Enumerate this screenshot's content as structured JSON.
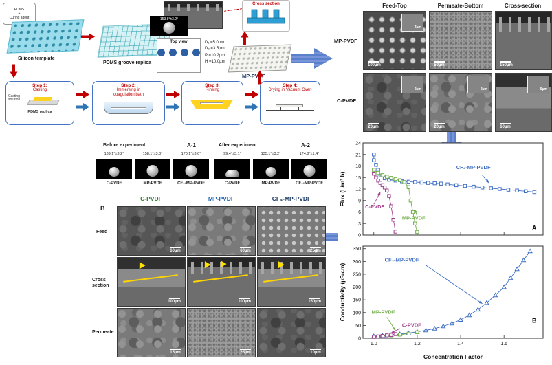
{
  "fabrication": {
    "pdms_box": "PDMS\n+\nCuring agent",
    "silicon_template": "Silicon template",
    "groove_replica": "PDMS groove replica",
    "contact_angle_value": "153.8°±3.2°",
    "top_view_label": "Top view",
    "dim_d1": "D₁ =5.0µm",
    "dim_d2": "D₂ =3.5µm",
    "dim_p": "P =10.2µm",
    "dim_h": "H =10.0µm",
    "membrane_label": "MP-PVDF",
    "cross_section_label": "Cross section",
    "casting_solution": "Casting solution",
    "pdms_replica": "PDMS replica",
    "steps": [
      {
        "title": "Step 1:",
        "body": "Casting"
      },
      {
        "title": "Step 2:",
        "body": "Immersing in\ncoagulation bath"
      },
      {
        "title": "Step 3:",
        "body": "Rinsing"
      },
      {
        "title": "Step 4:",
        "body": "Drying in Vacuum Oven"
      }
    ]
  },
  "sem_top": {
    "col_headers": [
      "Feed-Top",
      "Permeate-Bottom",
      "Cross-section"
    ],
    "rows": [
      {
        "label": "MP-PVDF",
        "cells": [
          {
            "scale": "100µm",
            "inset": "4µm"
          },
          {
            "scale": "50µm",
            "inset": ""
          },
          {
            "scale": "150µm",
            "inset": ""
          }
        ]
      },
      {
        "label": "C-PVDF",
        "cells": [
          {
            "scale": "20µm",
            "inset": "2µm"
          },
          {
            "scale": "20µm",
            "inset": "2µm"
          },
          {
            "scale": "60µm",
            "inset": "5µm"
          }
        ]
      }
    ]
  },
  "contact_panel": {
    "before_header": "Before experiment",
    "after_header": "After experiment",
    "label_a1": "A-1",
    "label_a2": "A-2",
    "before": [
      {
        "value": "139.1°±3.2°",
        "label": "C-PVDF"
      },
      {
        "value": "158.1°±3.0°",
        "label": "MP-PVDF"
      },
      {
        "value": "170.1°±3.0°",
        "label": "CF₄-MP-PVDF"
      }
    ],
    "after": [
      {
        "value": "99.4°±3.1°",
        "label": "C-PVDF"
      },
      {
        "value": "135.1°±3.2°",
        "label": "MP-PVDF"
      },
      {
        "value": "174.8°±1.4°",
        "label": "CF₄-MP-PVDF"
      }
    ]
  },
  "panel_b": {
    "label": "B",
    "col_headers": [
      {
        "text": "C-PVDF",
        "color": "#2e7d32"
      },
      {
        "text": "MP-PVDF",
        "color": "#1e63b0"
      },
      {
        "text": "CF₄-MP-PVDF",
        "color": "#16355f"
      }
    ],
    "rows": [
      {
        "label": "Feed",
        "scales": [
          "60µm",
          "60µm",
          "25µm"
        ]
      },
      {
        "label": "Cross section",
        "scales": [
          "100µm",
          "100µm",
          "150µm"
        ]
      },
      {
        "label": "Permeate",
        "scales": [
          "15µm",
          "25µm",
          "10µm"
        ]
      }
    ]
  },
  "chart_data": [
    {
      "id": "flux",
      "type": "line",
      "title": "",
      "ylabel": "Flux (L/m² h)",
      "xlabel": "",
      "xlim": [
        0.95,
        1.78
      ],
      "ylim": [
        0,
        24
      ],
      "yticks": [
        0,
        3,
        6,
        9,
        12,
        15,
        18,
        21,
        24
      ],
      "xticks": [
        1.0,
        1.2,
        1.4,
        1.6
      ],
      "show_xtick_labels": false,
      "grid": false,
      "legend_position": "annotations",
      "panel": {
        "text": "A",
        "x": 1.75,
        "y": 1.3
      },
      "series": [
        {
          "name": "CF₄-MP-PVDF",
          "color": "#3f6fc4",
          "marker": "square",
          "x": [
            1.0,
            1.0,
            1.01,
            1.02,
            1.03,
            1.05,
            1.07,
            1.1,
            1.13,
            1.16,
            1.19,
            1.22,
            1.25,
            1.28,
            1.31,
            1.34,
            1.38,
            1.42,
            1.46,
            1.5,
            1.54,
            1.58,
            1.62,
            1.66,
            1.7,
            1.74
          ],
          "y": [
            21,
            19.5,
            18.3,
            17,
            15.8,
            14.8,
            14.4,
            14.2,
            14,
            13.9,
            13.8,
            13.7,
            13.6,
            13.5,
            13.4,
            13.2,
            13,
            12.8,
            12.6,
            12.4,
            12.2,
            12,
            11.8,
            11.6,
            11.4,
            11.2
          ]
        },
        {
          "name": "MP-PVDF",
          "color": "#6fae45",
          "marker": "square",
          "x": [
            1.0,
            1.02,
            1.04,
            1.06,
            1.08,
            1.1,
            1.12,
            1.14,
            1.16,
            1.17,
            1.18,
            1.19,
            1.2
          ],
          "y": [
            17,
            16.2,
            15.6,
            15.2,
            14.9,
            14.6,
            14.3,
            13.8,
            12.5,
            9,
            6,
            3,
            0.8
          ]
        },
        {
          "name": "C-PVDF",
          "color": "#a0408e",
          "marker": "square",
          "x": [
            1.0,
            1.01,
            1.02,
            1.03,
            1.04,
            1.05,
            1.06,
            1.07,
            1.08,
            1.09,
            1.1
          ],
          "y": [
            16,
            15,
            14.2,
            13.6,
            13,
            12.4,
            11.6,
            10.2,
            7.5,
            4,
            0.9
          ]
        }
      ],
      "annotations": [
        {
          "text": "CF₄-MP-PVDF",
          "x": 1.38,
          "y": 17.2,
          "color": "#3f6fc4",
          "arrow": [
            1.5,
            15.6,
            1.53,
            13.6
          ]
        },
        {
          "text": "C-PVDF",
          "x": 0.96,
          "y": 7.0,
          "color": "#a0408e",
          "arrow": [
            1.0,
            8.0,
            1.03,
            11.2
          ]
        },
        {
          "text": "MP-PVDF",
          "x": 1.13,
          "y": 4.0,
          "color": "#6fae45",
          "arrow": [
            1.2,
            4.8,
            1.19,
            6.6
          ]
        }
      ]
    },
    {
      "id": "conductivity",
      "type": "line",
      "title": "",
      "ylabel": "Conductivity (µS/cm)",
      "xlabel": "Concentration Factor",
      "xlim": [
        0.95,
        1.78
      ],
      "ylim": [
        0,
        360
      ],
      "yticks": [
        0,
        50,
        100,
        150,
        200,
        250,
        300,
        350
      ],
      "xticks": [
        1.0,
        1.2,
        1.4,
        1.6
      ],
      "show_xtick_labels": true,
      "grid": false,
      "legend_position": "annotations",
      "panel": {
        "text": "B",
        "x": 1.75,
        "y": 60
      },
      "series": [
        {
          "name": "CF₄-MP-PVDF",
          "color": "#3f6fc4",
          "marker": "triangle",
          "x": [
            1.0,
            1.04,
            1.08,
            1.12,
            1.16,
            1.2,
            1.24,
            1.28,
            1.32,
            1.36,
            1.4,
            1.44,
            1.48,
            1.52,
            1.56,
            1.6,
            1.63,
            1.66,
            1.69,
            1.72
          ],
          "y": [
            8,
            10,
            13,
            16,
            20,
            25,
            31,
            38,
            47,
            58,
            72,
            90,
            112,
            138,
            168,
            200,
            235,
            270,
            305,
            340
          ]
        },
        {
          "name": "MP-PVDF",
          "color": "#6fae45",
          "marker": "square",
          "x": [
            1.0,
            1.04,
            1.08,
            1.12,
            1.16,
            1.2
          ],
          "y": [
            6,
            8,
            11,
            14,
            18,
            23
          ]
        },
        {
          "name": "C-PVDF",
          "color": "#a0408e",
          "marker": "square",
          "x": [
            1.0,
            1.02,
            1.04,
            1.06,
            1.08,
            1.1
          ],
          "y": [
            5,
            7,
            9,
            11,
            13,
            16
          ]
        }
      ],
      "annotations": [
        {
          "text": "CF₄-MP-PVDF",
          "x": 1.05,
          "y": 300,
          "color": "#3f6fc4",
          "arrow": [
            1.24,
            285,
            1.5,
            135
          ]
        },
        {
          "text": "MP-PVDF",
          "x": 0.99,
          "y": 95,
          "color": "#6fae45",
          "arrow": [
            1.06,
            82,
            1.1,
            30
          ]
        },
        {
          "text": "C-PVDF",
          "x": 1.13,
          "y": 45,
          "color": "#a0408e",
          "arrow": [
            1.12,
            38,
            1.08,
            20
          ]
        }
      ]
    }
  ]
}
